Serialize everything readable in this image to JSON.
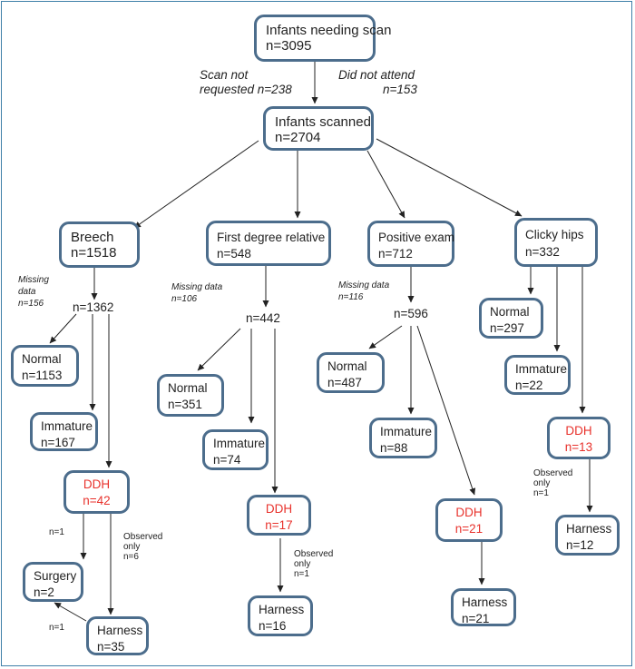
{
  "nodes": {
    "root": {
      "title": "Infants needing scan",
      "n": "n=3095"
    },
    "scanned": {
      "title": "Infants scanned",
      "n": "n=2704"
    },
    "breech": {
      "title": "Breech",
      "n": "n=1518"
    },
    "fdr": {
      "title": "First degree relative",
      "n": "n=548"
    },
    "pos": {
      "title": "Positive exam",
      "n": "n=712"
    },
    "clicky": {
      "title": "Clicky hips",
      "n": "n=332"
    },
    "b_normal": {
      "title": "Normal",
      "n": "n=1153"
    },
    "b_immature": {
      "title": "Immature",
      "n": "n=167"
    },
    "b_ddh": {
      "title": "DDH",
      "n": "n=42"
    },
    "b_surgery": {
      "title": "Surgery",
      "n": "n=2"
    },
    "b_harness": {
      "title": "Harness",
      "n": "n=35"
    },
    "f_normal": {
      "title": "Normal",
      "n": "n=351"
    },
    "f_immature": {
      "title": "Immature",
      "n": "n=74"
    },
    "f_ddh": {
      "title": "DDH",
      "n": "n=17"
    },
    "f_harness": {
      "title": "Harness",
      "n": "n=16"
    },
    "p_normal": {
      "title": "Normal",
      "n": "n=487"
    },
    "p_immature": {
      "title": "Immature",
      "n": "n=88"
    },
    "p_ddh": {
      "title": "DDH",
      "n": "n=21"
    },
    "p_harness": {
      "title": "Harness",
      "n": "n=21"
    },
    "c_normal": {
      "title": "Normal",
      "n": "n=297"
    },
    "c_immature": {
      "title": "Immature",
      "n": "n=22"
    },
    "c_ddh": {
      "title": "DDH",
      "n": "n=13"
    },
    "c_harness": {
      "title": "Harness",
      "n": "n=12"
    }
  },
  "labels": {
    "scan_not_requested": [
      "Scan not",
      "requested n=238"
    ],
    "did_not_attend": [
      "Did not attend",
      "n=153"
    ],
    "b_missing": [
      "Missing",
      "data",
      "n=156"
    ],
    "f_missing": [
      "Missing data",
      "n=106"
    ],
    "p_missing": [
      "Missing data",
      "n=116"
    ],
    "b_sub": "n=1362",
    "f_sub": "n=442",
    "p_sub": "n=596",
    "b_n1_surgery": "n=1",
    "b_observed": [
      "Observed",
      "only",
      "n=6"
    ],
    "b_n1_harness": "n=1",
    "f_observed": [
      "Observed",
      "only",
      "n=1"
    ],
    "c_observed": [
      "Observed",
      "only",
      "n=1"
    ]
  },
  "colors": {
    "box_border": "#4c6d8c",
    "ddh_text": "#e8322c",
    "frame": "#3e7fa8"
  }
}
